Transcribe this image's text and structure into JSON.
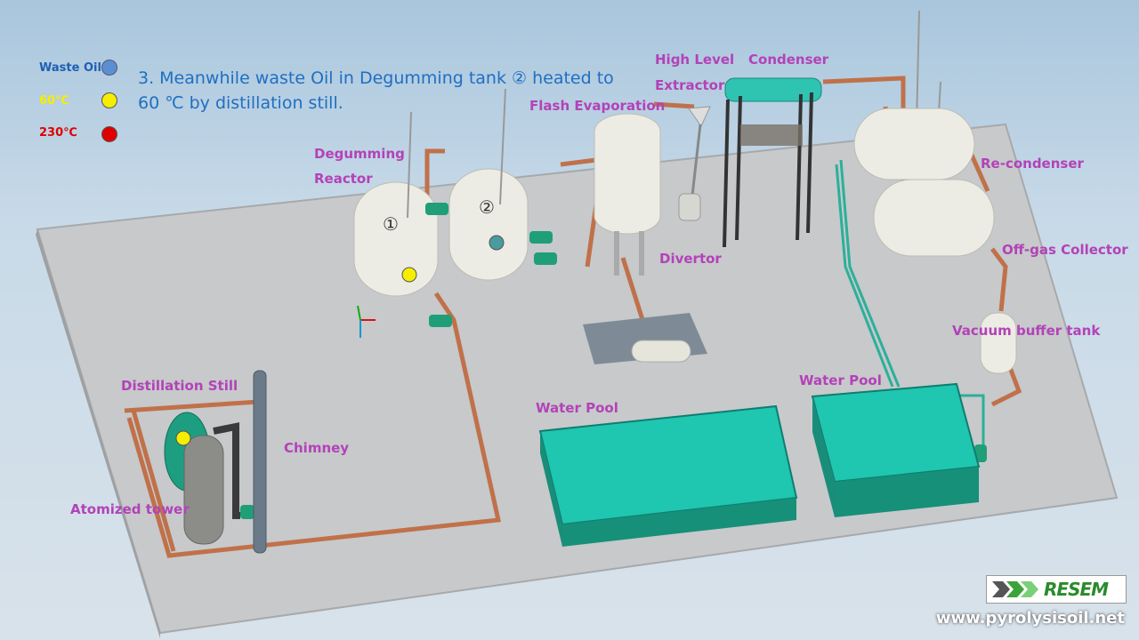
{
  "legend": {
    "items": [
      {
        "label": "Waste Oil",
        "color": "#5b8fd1",
        "text_color": "#1f5fb5"
      },
      {
        "label": "60℃",
        "color": "#f5ee00",
        "text_color": "#f5ee00"
      },
      {
        "label": "230℃",
        "color": "#e00000",
        "text_color": "#e00000"
      }
    ]
  },
  "caption": {
    "line1": "3. Meanwhile waste Oil in Degumming tank ② heated to",
    "line2": "60 ℃ by distillation still."
  },
  "labels": {
    "degumming_1": "Degumming",
    "degumming_2": "Reactor",
    "flash": "Flash Evaporation",
    "high_level_1": "High Level",
    "high_level_2": "Extractor",
    "condenser": "Condenser",
    "recondenser": "Re-condenser",
    "offgas": "Off-gas Collector",
    "vacuum": "Vacuum buffer tank",
    "divertor": "Divertor",
    "water_pool_1": "Water Pool",
    "water_pool_2": "Water Pool",
    "distillation": "Distillation Still",
    "chimney": "Chimney",
    "atomized": "Atomized tower"
  },
  "tank_numbers": {
    "one": "①",
    "two": "②"
  },
  "logo": {
    "text": "RESEM"
  },
  "website": "www.pyrolysisoil.net"
}
